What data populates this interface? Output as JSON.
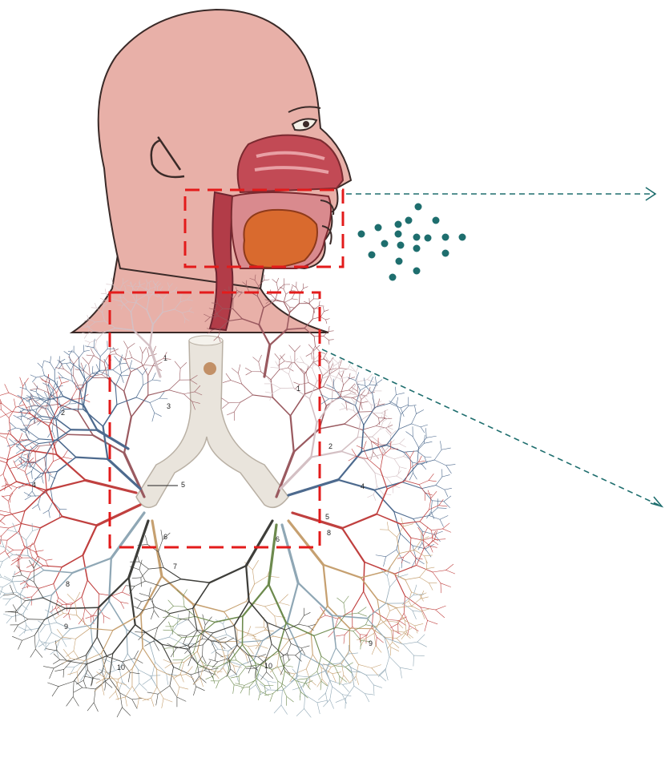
{
  "head_section": {
    "skin": "#e8b0a8",
    "outline": "#3a2a28",
    "cavity": "#c24a55",
    "tongue": "#d96a2e"
  },
  "lungs_section": {
    "trachea": "#e9e4dc",
    "branch_colors": [
      "#c0403f",
      "#4d6a8e",
      "#c6a070",
      "#3e3e3a",
      "#8fa7b5",
      "#6d8a4e",
      "#9a5a60",
      "#d4c0c4"
    ],
    "labels": [
      {
        "id": "l1",
        "text": "1"
      },
      {
        "id": "l2",
        "text": "2"
      },
      {
        "id": "l3",
        "text": "3"
      },
      {
        "id": "l4",
        "text": "4"
      },
      {
        "id": "l5",
        "text": "5"
      },
      {
        "id": "l6",
        "text": "6"
      },
      {
        "id": "l7",
        "text": "7"
      },
      {
        "id": "l8",
        "text": "8"
      },
      {
        "id": "l9",
        "text": "9"
      },
      {
        "id": "l10",
        "text": "10"
      },
      {
        "id": "r1",
        "text": "1"
      },
      {
        "id": "r2",
        "text": "2"
      },
      {
        "id": "r4",
        "text": "4"
      },
      {
        "id": "r5",
        "text": "5"
      },
      {
        "id": "r6",
        "text": "6"
      },
      {
        "id": "r8",
        "text": "8"
      },
      {
        "id": "r9",
        "text": "9"
      },
      {
        "id": "r10",
        "text": "10"
      }
    ]
  },
  "highlight_boxes": {
    "color": "#e31b1b"
  },
  "arrows": {
    "color": "#1e6e6e"
  },
  "particles": {
    "color": "#1e6e6e",
    "count": 19
  }
}
